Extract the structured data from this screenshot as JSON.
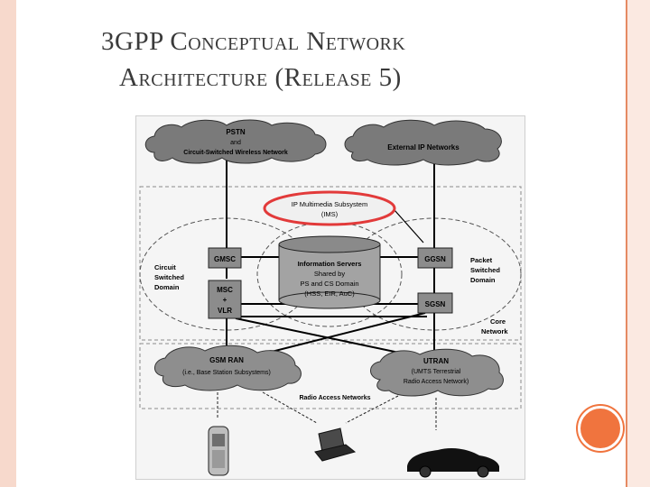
{
  "slide": {
    "title_line1": "3GPP Conceptual Network",
    "title_line2": "Architecture (Release 5)"
  },
  "diagram": {
    "clouds": {
      "pstn": [
        "PSTN",
        "and",
        "Circuit-Switched Wireless Network"
      ],
      "ip": "External IP Networks",
      "gsm_ran": [
        "GSM RAN",
        "(i.e., Base Station Subsystems)"
      ],
      "utran": [
        "UTRAN",
        "(UMTS Terrestrial",
        "Radio Access Network)"
      ]
    },
    "ims": [
      "IP Multimedia Subsystem",
      "(IMS)"
    ],
    "nodes": {
      "gmsc": "GMSC",
      "msc": [
        "MSC",
        "+",
        "VLR"
      ],
      "ggsn": "GGSN",
      "sgsn": "SGSN"
    },
    "info_servers": [
      "Information Servers",
      "Shared by",
      "PS and CS Domain",
      "(HSS, EIR, AuC)"
    ],
    "domains": {
      "circuit": [
        "Circuit",
        "Switched",
        "Domain"
      ],
      "packet": [
        "Packet",
        "Switched",
        "Domain"
      ],
      "core": [
        "Core",
        "Network"
      ],
      "radio": "Radio Access Networks"
    },
    "highlight_color": "#e23a3a",
    "devices": [
      "mobile-phone-icon",
      "laptop-icon",
      "car-icon"
    ]
  }
}
